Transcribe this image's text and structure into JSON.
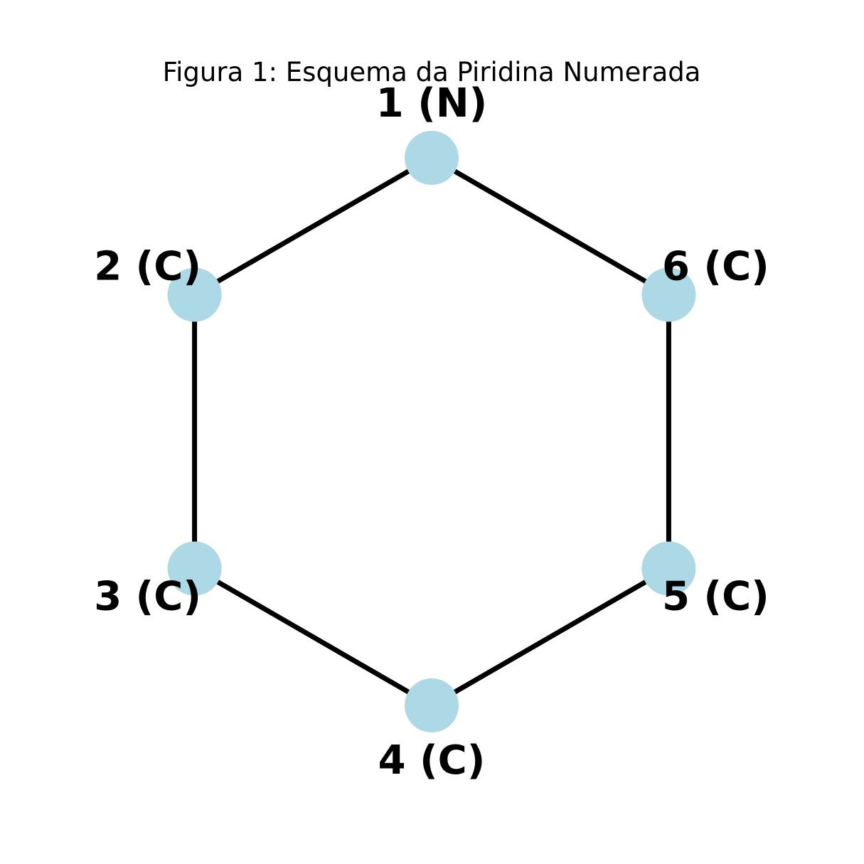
{
  "title": "Figura 1: Esquema da Piridina Numerada",
  "colors": {
    "node_fill": "#add8e6",
    "bond": "#000000",
    "text": "#000000",
    "background": "#ffffff"
  },
  "atoms": [
    {
      "id": "1",
      "label": "1 (N)",
      "element": "N"
    },
    {
      "id": "2",
      "label": "2 (C)",
      "element": "C"
    },
    {
      "id": "3",
      "label": "3 (C)",
      "element": "C"
    },
    {
      "id": "4",
      "label": "4 (C)",
      "element": "C"
    },
    {
      "id": "5",
      "label": "5 (C)",
      "element": "C"
    },
    {
      "id": "6",
      "label": "6 (C)",
      "element": "C"
    }
  ],
  "bonds": [
    {
      "from": "1",
      "to": "2"
    },
    {
      "from": "2",
      "to": "3"
    },
    {
      "from": "3",
      "to": "4"
    },
    {
      "from": "4",
      "to": "5"
    },
    {
      "from": "5",
      "to": "6"
    },
    {
      "from": "6",
      "to": "1"
    }
  ]
}
